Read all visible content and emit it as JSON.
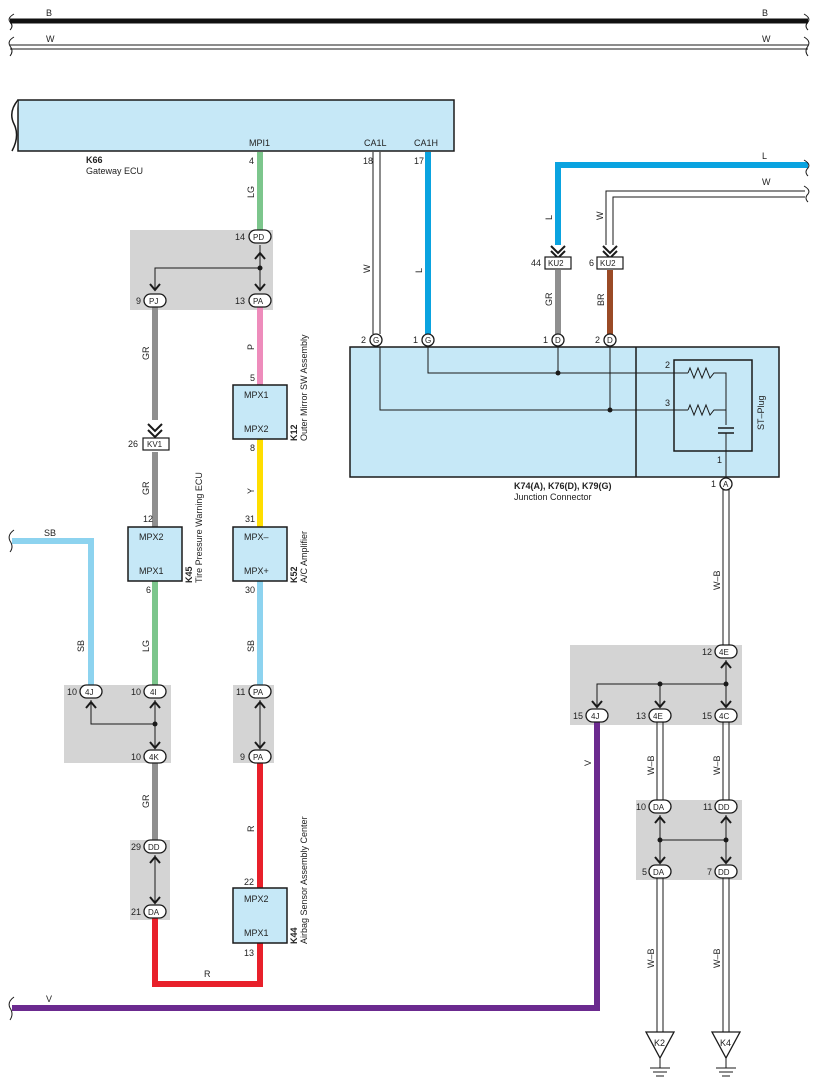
{
  "colors": {
    "LG": "#7cc68c",
    "P": "#ee8cbc",
    "GR": "#8f8f8f",
    "Y": "#ffde00",
    "SB": "#8dd3ef",
    "L": "#0aa3e0",
    "R": "#e8202a",
    "V": "#6b2a8f",
    "BR": "#9a4a26",
    "B": "#111111"
  },
  "bus": {
    "b_label": "B",
    "w_label": "W"
  },
  "gateway": {
    "code": "K66",
    "name": "Gateway ECU",
    "mpi1": "MPI1",
    "ca1l": "CA1L",
    "ca1h": "CA1H",
    "pin4": "4",
    "pin18": "18",
    "pin17": "17"
  },
  "mirror": {
    "code": "K12",
    "name": "Outer Mirror SW Assembly",
    "top": "MPX1",
    "bottom": "MPX2",
    "pin_top": "5",
    "pin_bottom": "8"
  },
  "tpw": {
    "code": "K45",
    "name": "Tire Pressure Warning ECU",
    "top": "MPX2",
    "bottom": "MPX1",
    "pin_top": "12",
    "pin_bottom": "6"
  },
  "ac": {
    "code": "K52",
    "name": "A/C Amplifier",
    "top": "MPX–",
    "bottom": "MPX+",
    "pin_top": "31",
    "pin_bottom": "30"
  },
  "airbag": {
    "code": "K44",
    "name": "Airbag Sensor Assembly Center",
    "top": "MPX2",
    "bottom": "MPX1",
    "pin_top": "22",
    "pin_bottom": "13"
  },
  "junction": {
    "code": "K74(A), K76(D), K79(G)",
    "name": "Junction Connector",
    "st_plug": "ST–Plug",
    "p2g": "2",
    "p1g": "1",
    "p1d": "1",
    "p2d": "2",
    "g": "G",
    "d": "D",
    "a": "A",
    "p1a": "1",
    "r2": "2",
    "r3": "3",
    "r1": "1"
  },
  "junction_blocks": {
    "pd_num": "14",
    "pd": "PD",
    "pj_num": "9",
    "pj": "PJ",
    "pa_num": "13",
    "pa": "PA",
    "fourj_num": "10",
    "fourj": "4J",
    "fouri_num": "10",
    "fouri": "4I",
    "fourk_num": "10",
    "fourk": "4K",
    "pa2_num": "11",
    "pa2": "PA",
    "pa3_num": "9",
    "pa3": "PA",
    "dd_num": "29",
    "dd": "DD",
    "da_num": "21",
    "da": "DA",
    "foure_num": "12",
    "foure": "4E",
    "fourj2_num": "15",
    "fourj2": "4J",
    "foure2_num": "13",
    "foure2": "4E",
    "fourc_num": "15",
    "fourc": "4C",
    "da2_num": "10",
    "da2": "DA",
    "dd2_num": "11",
    "dd2": "DD",
    "da3_num": "5",
    "da3": "DA",
    "dd3_num": "7",
    "dd3": "DD"
  },
  "inline": {
    "kv1_num": "26",
    "kv1": "KV1",
    "ku2a_num": "44",
    "ku2a": "KU2",
    "ku2b_num": "6",
    "ku2b": "KU2"
  },
  "wire_labels": {
    "lg1": "LG",
    "p": "P",
    "gr1": "GR",
    "gr2": "GR",
    "y": "Y",
    "sb_a": "SB",
    "sb_b": "SB",
    "sb_c": "SB",
    "lg2": "LG",
    "gr3": "GR",
    "r_a": "R",
    "r_b": "R",
    "v_a": "V",
    "v_b": "V",
    "w_a": "W",
    "l_a": "L",
    "l_top": "L",
    "w_top": "W",
    "l_b": "L",
    "w_b": "W",
    "gr4": "GR",
    "br": "BR",
    "wb1": "W–B",
    "wb2": "W–B",
    "wb3": "W–B",
    "wb4": "W–B",
    "wb5": "W–B"
  },
  "grounds": {
    "k2": "K2",
    "k4": "K4"
  }
}
